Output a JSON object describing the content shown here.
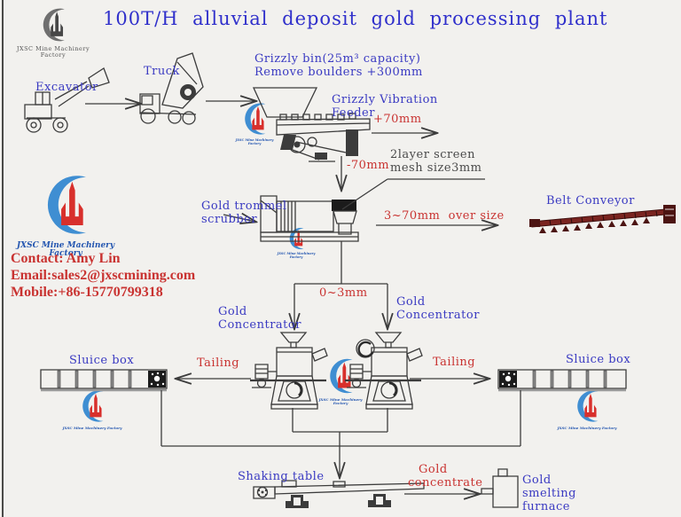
{
  "title": "100T/H alluvial deposit gold processing plant",
  "brand": {
    "name": "JXSC Mine Machinery Factory"
  },
  "contact": {
    "line1": "Contact: Amy Lin",
    "line2": "Email:sales2@jxscmining.com",
    "line3": "Mobile:+86-15770799318"
  },
  "labels": {
    "excavator": "Excavator",
    "truck": "Truck",
    "grizzly_bin_line1": "Grizzly bin(25m³ capacity)",
    "grizzly_bin_line2": "Remove boulders +300mm",
    "feeder_line1": "Grizzly Vibration",
    "feeder_line2": "Feeder",
    "plus_70mm": "+70mm",
    "minus_70mm": "-70mm",
    "screen_line1": "2layer screen",
    "screen_line2": "mesh size3mm",
    "trommel_line1": "Gold trommel",
    "trommel_line2": "scrubber",
    "oversize": "3~70mm  over size",
    "belt_conveyor": "Belt Conveyor",
    "size_0_3mm": "0~3mm",
    "concentrator_line1": "Gold",
    "concentrator_line2": "Concentrator",
    "tailing": "Tailing",
    "sluice_box": "Sluice box",
    "shaking_table": "Shaking table",
    "gold_concentrate_line1": "Gold",
    "gold_concentrate_line2": "concentrate",
    "furnace_line1": "Gold",
    "furnace_line2": "smelting",
    "furnace_line3": "furnace"
  },
  "colors": {
    "background": "#f2f1ee",
    "title_blue": "#3030cb",
    "label_blue": "#3a3ac2",
    "accent_red": "#c93331",
    "line": "#3c3c3c",
    "logo_blue": "#3f8ed2",
    "logo_red": "#d8302c",
    "conveyor_maroon": "#7a2420"
  }
}
